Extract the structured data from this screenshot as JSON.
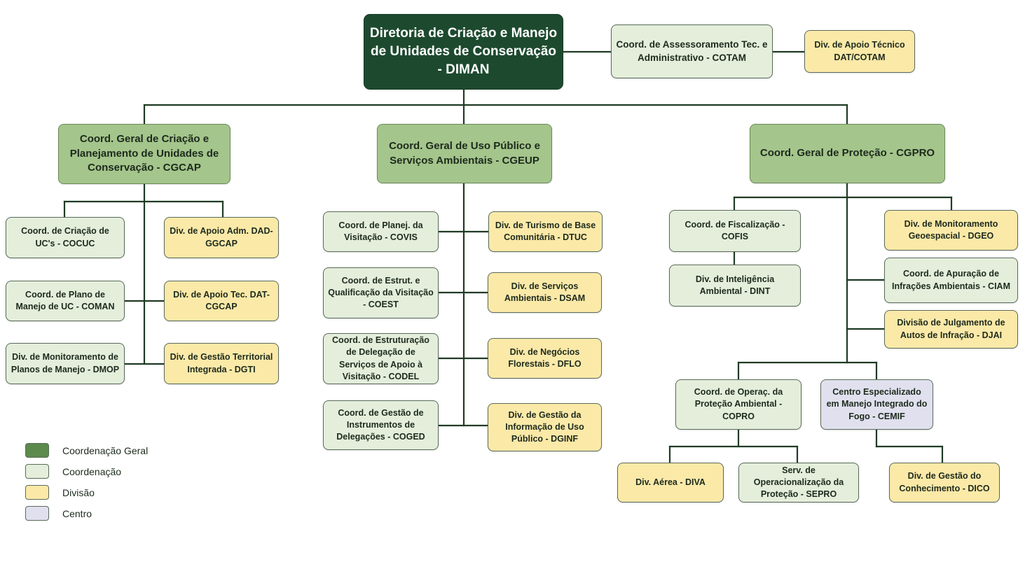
{
  "nodes": {
    "diman": "Diretoria de Criação e Manejo de Unidades de Conservação - DIMAN",
    "cotam": "Coord. de Assessoramento Tec. e Administrativo - COTAM",
    "dat_cotam": "Div. de Apoio Técnico DAT/COTAM",
    "cgcap": "Coord. Geral de Criação e Planejamento de Unidades de Conservação - CGCAP",
    "cgeup": "Coord. Geral de Uso Público e Serviços Ambientais - CGEUP",
    "cgpro": "Coord. Geral de Proteção - CGPRO",
    "cocuc": "Coord. de Criação de UC's - COCUC",
    "dad_ggcap": "Div. de Apoio Adm. DAD-GGCAP",
    "coman": "Coord. de Plano de Manejo de UC - COMAN",
    "dat_cgcap": "Div. de Apoio Tec. DAT-CGCAP",
    "dmop": "Div. de Monitoramento de Planos de Manejo - DMOP",
    "dgti": "Div. de Gestão Territorial Integrada - DGTI",
    "covis": "Coord. de Planej. da Visitação - COVIS",
    "dtuc": "Div. de Turismo de Base Comunitária - DTUC",
    "coest": "Coord. de Estrut. e Qualificação da Visitação - COEST",
    "dsam": "Div. de Serviços Ambientais - DSAM",
    "codel": "Coord. de Estruturação de Delegação de Serviços de Apoio à Visitação - CODEL",
    "dflo": "Div. de Negócios Florestais - DFLO",
    "coged": "Coord. de Gestão de Instrumentos de Delegações - COGED",
    "dginf": "Div. de Gestão da Informação de Uso Público - DGINF",
    "cofis": "Coord. de Fiscalização - COFIS",
    "dint": "Div. de Inteligência Ambiental - DINT",
    "dgeo": "Div. de Monitoramento Geoespacial - DGEO",
    "ciam": "Coord. de Apuração de Infrações Ambientais - CIAM",
    "djai": "Divisão de Julgamento de Autos de Infração - DJAI",
    "copro": "Coord. de Operaç. da Proteção Ambiental - COPRO",
    "cemif": "Centro Especializado em Manejo Integrado do Fogo - CEMIF",
    "diva": "Div. Aérea - DIVA",
    "sepro": "Serv. de Operacionalização da Proteção - SEPRO",
    "dico": "Div. de Gestão do Conhecimento - DICO"
  },
  "legend": [
    {
      "key": "geral",
      "label": "Coordenação Geral",
      "color": "#5b8a4c"
    },
    {
      "key": "coord",
      "label": "Coordenação",
      "color": "#e4eedb"
    },
    {
      "key": "div",
      "label": "Divisão",
      "color": "#fbe9a8"
    },
    {
      "key": "centro",
      "label": "Centro",
      "color": "#e0e0ee"
    }
  ],
  "colors": {
    "director": "#1d4a2f",
    "geral": "#a4c58b",
    "coord": "#e4eedb",
    "div": "#fbe9a8",
    "centro": "#e0e0ee",
    "line": "#1f3b24"
  }
}
